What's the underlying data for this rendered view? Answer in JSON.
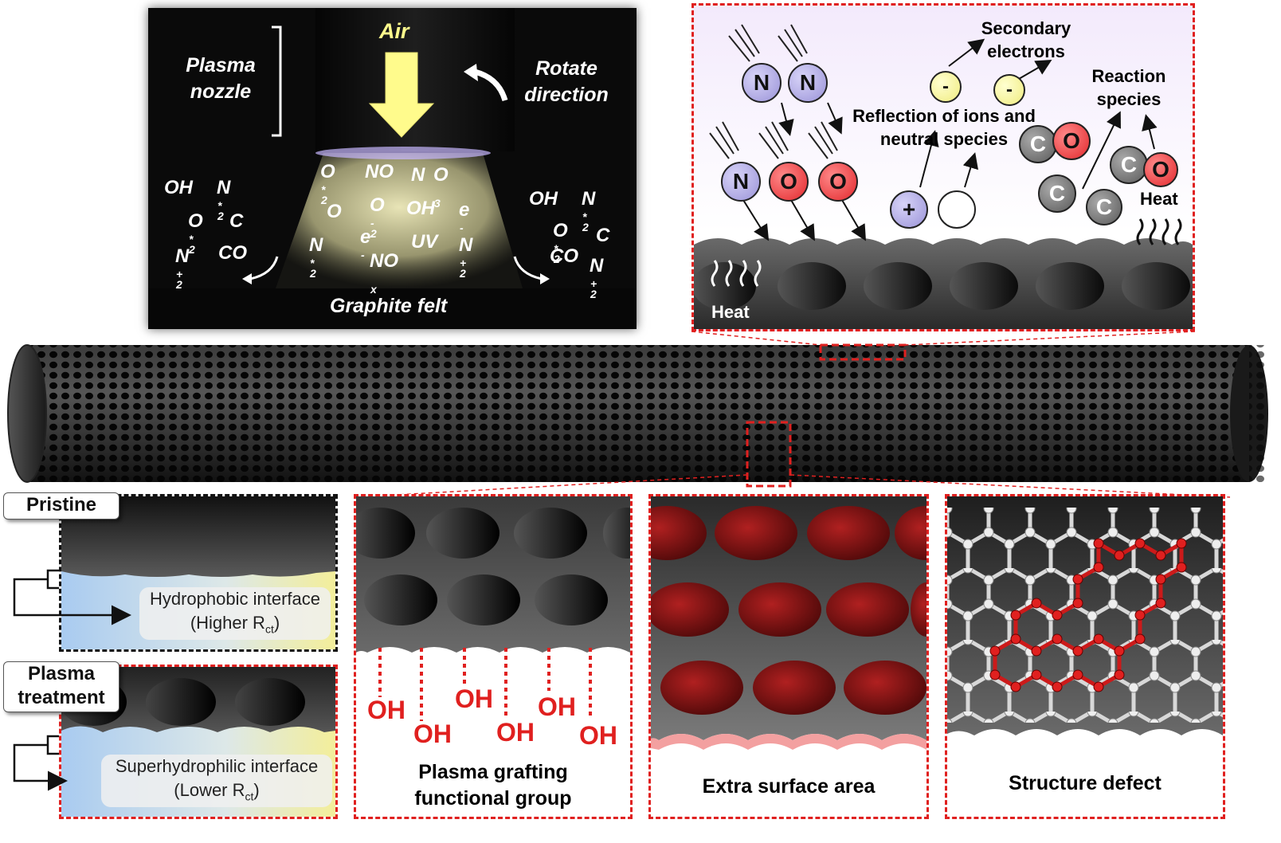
{
  "plasma_photo": {
    "nozzle_label": [
      "Plasma",
      "nozzle"
    ],
    "air_label": "Air",
    "rotate_label": [
      "Rotate",
      "direction"
    ],
    "felt_label": "Graphite felt",
    "species_left": [
      {
        "base": "OH"
      },
      {
        "base": "N",
        "sub": "2",
        "sup": "*"
      },
      {
        "base": "O",
        "sub": "2",
        "sup": "*"
      },
      {
        "base": "C"
      },
      {
        "base": "N",
        "sub": "2",
        "sup": "+"
      },
      {
        "base": "CO"
      }
    ],
    "species_center": [
      {
        "base": "O",
        "sub": "2",
        "sup": "*"
      },
      {
        "base": "NO"
      },
      {
        "base": "N"
      },
      {
        "base": "O",
        "sub": "3"
      },
      {
        "base": "O"
      },
      {
        "base": "O",
        "sub": "2",
        "sup": "-"
      },
      {
        "base": "OH"
      },
      {
        "base": "e",
        "sup": "-"
      },
      {
        "base": "N",
        "sub": "2",
        "sup": "*"
      },
      {
        "base": "e",
        "sup": "-"
      },
      {
        "base": "UV"
      },
      {
        "base": "N",
        "sub": "2",
        "sup": "+"
      },
      {
        "base": "NO",
        "sub": "x"
      }
    ],
    "species_right": [
      {
        "base": "OH"
      },
      {
        "base": "N",
        "sub": "2",
        "sup": "*"
      },
      {
        "base": "O",
        "sub": "2",
        "sup": "*"
      },
      {
        "base": "C"
      },
      {
        "base": "CO"
      },
      {
        "base": "N",
        "sub": "2",
        "sup": "+"
      }
    ]
  },
  "mechanism": {
    "secondary_electrons": [
      "Secondary",
      "electrons"
    ],
    "reaction_species": [
      "Reaction",
      "species"
    ],
    "reflection": [
      "Reflection of ions and",
      "neutral species"
    ],
    "heat_top": "Heat",
    "heat_bottom": "Heat",
    "ball_N": "N",
    "ball_O": "O",
    "ball_C": "C",
    "electron": "-",
    "ion": "+"
  },
  "panels": {
    "pristine_label": "Pristine",
    "pristine_interface": [
      "Hydrophobic interface",
      "(Higher R",
      "ct",
      ")"
    ],
    "plasma_label": [
      "Plasma",
      "treatment"
    ],
    "plasma_interface": [
      "Superhydrophilic interface",
      "(Lower R",
      "ct",
      ")"
    ],
    "grafting_oh": "OH",
    "grafting_caption": [
      "Plasma grafting",
      "functional group"
    ],
    "surface_caption": "Extra surface area",
    "defect_caption": "Structure defect"
  },
  "colors": {
    "accent_red": "#e0201f",
    "graphite": "#2a2a2a",
    "nitrogen": "#9a93d8",
    "oxygen": "#e2282c",
    "carbon": "#5a5a5a",
    "electron": "#f0ec80"
  }
}
